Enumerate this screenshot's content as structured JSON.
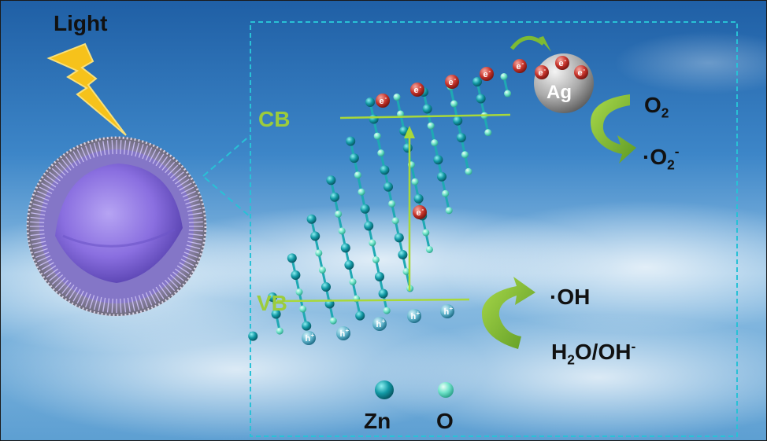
{
  "labels": {
    "light": "Light",
    "cb": "CB",
    "vb": "VB",
    "ag": "Ag",
    "electron": "e",
    "electron_sup": "-",
    "hole": "h",
    "hole_sup": "+",
    "o2_main": "O",
    "o2_sub": "2",
    "superoxide_dot": "·",
    "superoxide_main": "O",
    "superoxide_sub": "2",
    "superoxide_sup": "-",
    "oh": "·OH",
    "h2o_main": "H",
    "h2o_sub": "2",
    "h2o_rest": "O/OH",
    "h2o_sup": "-",
    "legend_zn": "Zn",
    "legend_o": "O"
  },
  "colors": {
    "zn_atom": "#139aa6",
    "o_atom": "#6fe3c9",
    "band_line": "#a8d83a",
    "band_label": "#9ccc3c",
    "frame": "#29c1d6",
    "electron": "#c8342b",
    "hole": "#2f8aa3",
    "arrow_green": "#7dbb34",
    "bolt": "#f6c21b",
    "sphere_core": "#8a6fe0"
  }
}
